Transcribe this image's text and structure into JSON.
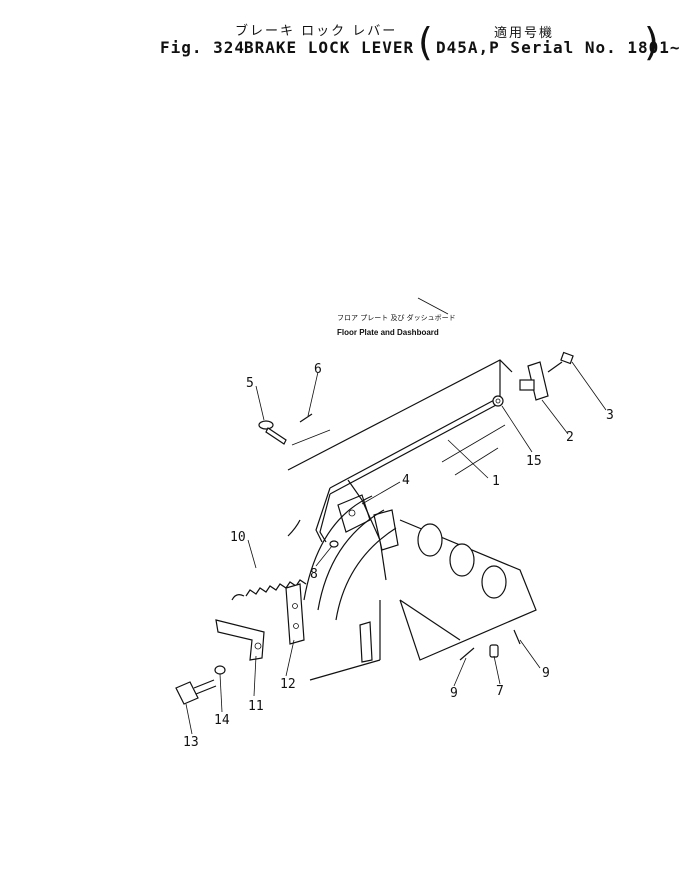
{
  "header": {
    "title_jp": "ブレーキ ロック レバー",
    "fig_label": "Fig. 324",
    "title_en": "BRAKE LOCK LEVER",
    "serial_jp": "適用号機",
    "serial_en": "D45A,P Serial No. 1801~"
  },
  "note": {
    "jp": "フロア プレート 及び ダッシュボード",
    "en": "Floor Plate and Dashboard"
  },
  "callouts": [
    "1",
    "2",
    "3",
    "4",
    "5",
    "6",
    "7",
    "8",
    "9",
    "10",
    "11",
    "12",
    "13",
    "14",
    "15"
  ]
}
